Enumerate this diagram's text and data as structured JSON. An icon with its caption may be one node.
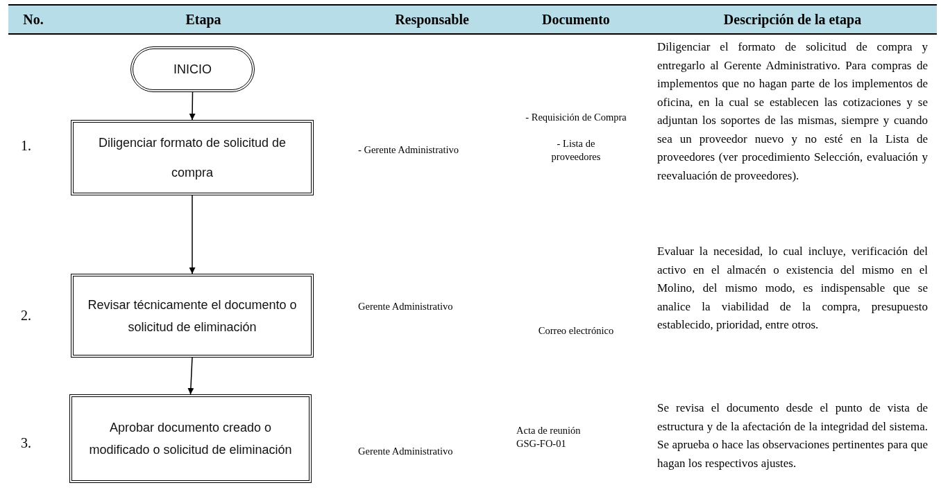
{
  "diagram": {
    "nodes": [
      {
        "text": [
          "INICIO"
        ]
      },
      {
        "text": [
          "Diligenciar formato de solicitud de compra"
        ]
      },
      {
        "text": [
          "Revisar técnicamente el documento o solicitud de eliminación"
        ]
      },
      {
        "text": [
          "Aprobar documento creado o modificado o solicitud de eliminación"
        ]
      }
    ],
    "edges": [
      {
        "from": 0,
        "to": 1,
        "arrow": "to"
      },
      {
        "from": 1,
        "to": 2,
        "arrow": "to"
      },
      {
        "from": 2,
        "to": 3,
        "arrow": "to"
      }
    ],
    "labels": [
      "No.",
      "Etapa",
      "Responsable",
      "Documento",
      "Descripción de la etapa",
      "1.",
      "- Gerente Administrativo",
      "- Requisición de Compra",
      "- Lista de proveedores",
      "Diligenciar el formato de solicitud de compra y entregarlo al Gerente Administrativo. Para compras de implementos que no hagan parte de los implementos de oficina, en la cual se establecen las cotizaciones y se adjuntan los soportes de las mismas, siempre y cuando sea un proveedor nuevo y no esté en la Lista de proveedores (ver procedimiento Selección, evaluación y reevaluación de proveedores).",
      "2.",
      "Gerente Administrativo",
      "Correo electrónico",
      "Evaluar la necesidad, lo cual incluye, verificación del activo en el almacén o existencia del mismo en el Molino, del mismo modo, es indispensable que se analice la viabilidad de la compra, presupuesto establecido, prioridad, entre otros.",
      "3.",
      "Gerente Administrativo",
      "Acta de reunión GSG-FO-01",
      "Se revisa el documento desde el punto de vista de estructura y de la afectación de la integridad del sistema. Se aprueba o hace las observaciones pertinentes para que hagan los respectivos ajustes."
    ]
  }
}
